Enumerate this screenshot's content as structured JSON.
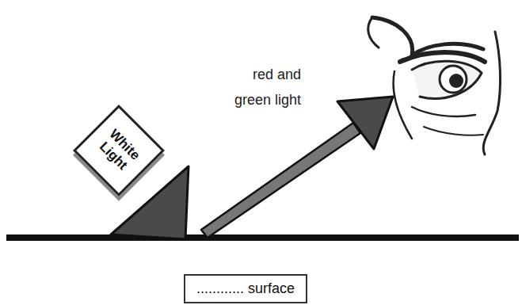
{
  "diagram": {
    "nodes": [
      {
        "text": [
          "White Light"
        ]
      },
      {
        "text": [
          "............ surface"
        ]
      }
    ],
    "labels": [
      "red and green light"
    ]
  }
}
